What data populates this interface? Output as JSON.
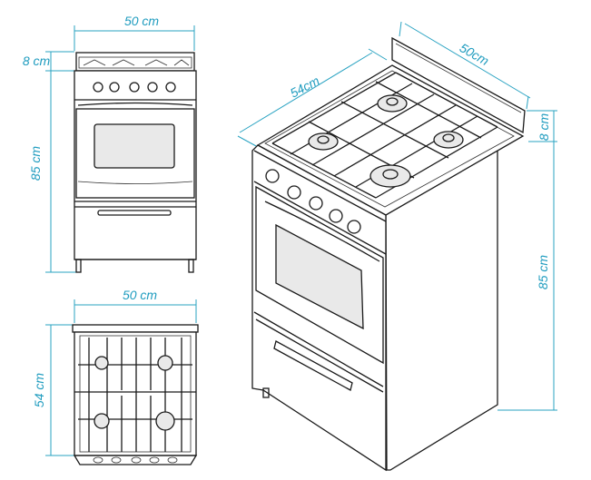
{
  "dimensions": {
    "front_width": "50 cm",
    "top_height": "8 cm",
    "body_height": "85 cm",
    "top_width": "50 cm",
    "top_depth": "54 cm",
    "iso_depth": "54cm",
    "iso_width": "50cm",
    "iso_top_height": "8 cm",
    "iso_body_height": "85 cm"
  },
  "colors": {
    "dimension": "#1f9cbf",
    "outline": "#1a1a1a"
  }
}
